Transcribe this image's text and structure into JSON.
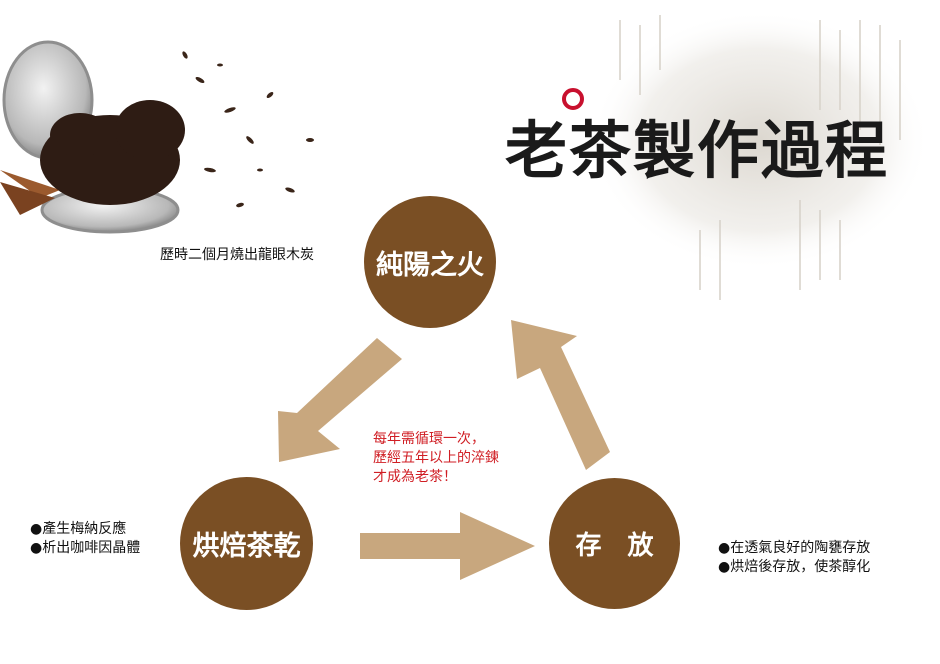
{
  "title": "老茶製作過程",
  "colors": {
    "node": "#7a4f24",
    "arrow": "#c8a77e",
    "accent_red": "#d01e24",
    "title_ring": "#c8102e"
  },
  "nodes": {
    "top": {
      "label": "純陽之火",
      "note": "歷時二個月燒出龍眼木炭"
    },
    "left": {
      "label": "烘焙茶乾",
      "notes": [
        "●產生梅納反應",
        "●析出咖啡因晶體"
      ]
    },
    "right": {
      "label": "存　放",
      "notes": [
        "●在透氣良好的陶甕存放",
        "●烘焙後存放，使茶醇化"
      ]
    }
  },
  "center_text": [
    "每年需循環一次，",
    "歷經五年以上的淬鍊",
    "才成為老茶！"
  ]
}
